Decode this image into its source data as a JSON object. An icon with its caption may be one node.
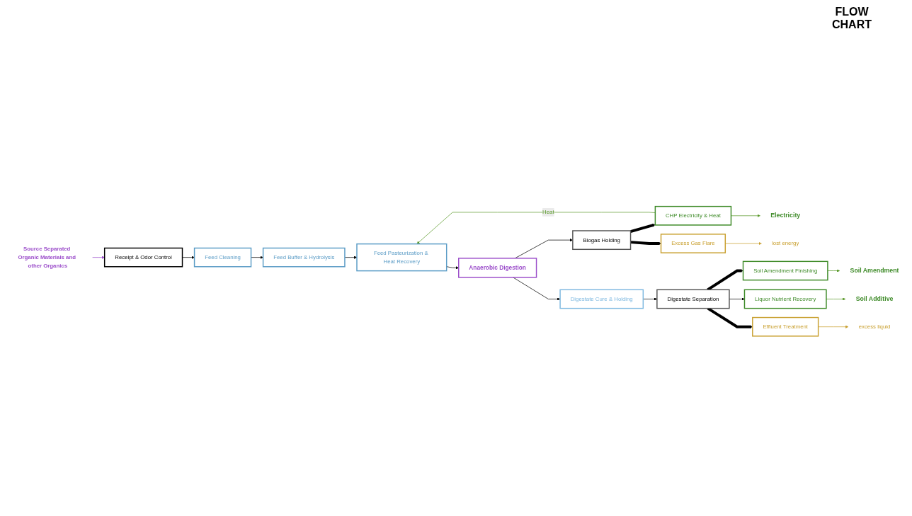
{
  "diagram": {
    "title": "FLOW CHART",
    "nodes": [
      {
        "text": [
          "Source Separated Organic Materials and other Organics"
        ]
      },
      {
        "text": [
          "Receipt & Odor Control"
        ]
      },
      {
        "text": [
          "Feed Cleaning"
        ]
      },
      {
        "text": [
          "Feed Buffer & Hydrolysis"
        ]
      },
      {
        "text": [
          "Feed Pasteurization & Heat Recovery"
        ]
      },
      {
        "text": [
          "Anaerobic Digestion"
        ]
      },
      {
        "text": [
          "Biogas Holding"
        ]
      },
      {
        "text": [
          "CHP Electricity & Heat"
        ]
      },
      {
        "text": [
          "Electricity"
        ]
      },
      {
        "text": [
          "Excess Gas Flare"
        ]
      },
      {
        "text": [
          "lost energy"
        ]
      },
      {
        "text": [
          "Digestate Cure & Holding"
        ]
      },
      {
        "text": [
          "Digestate Separation"
        ]
      },
      {
        "text": [
          "Soil Amendment Finishing"
        ]
      },
      {
        "text": [
          "Soil Amendment"
        ]
      },
      {
        "text": [
          "Liquor Nutrient Recovery"
        ]
      },
      {
        "text": [
          "Soil Additive"
        ]
      },
      {
        "text": [
          "Effluent Treatment"
        ]
      },
      {
        "text": [
          "excess liquid"
        ]
      }
    ],
    "edges": [
      {
        "from": 0,
        "to": 1,
        "arrow": "to",
        "color": "#9b4dca"
      },
      {
        "from": 1,
        "to": 2,
        "arrow": "to"
      },
      {
        "from": 2,
        "to": 3,
        "arrow": "to"
      },
      {
        "from": 3,
        "to": 4,
        "arrow": "to"
      },
      {
        "from": 4,
        "to": 5,
        "arrow": "to"
      },
      {
        "from": 5,
        "to": 6,
        "arrow": "to"
      },
      {
        "from": 5,
        "to": 11,
        "arrow": "to"
      },
      {
        "from": 6,
        "to": 7,
        "arrow": "to",
        "style": "thick"
      },
      {
        "from": 6,
        "to": 9,
        "arrow": "to",
        "style": "thick"
      },
      {
        "from": 7,
        "to": 8,
        "arrow": "to",
        "color": "#5a9a2a"
      },
      {
        "from": 7,
        "to": 4,
        "arrow": "to",
        "label": "Heat",
        "color": "#5a9a2a"
      },
      {
        "from": 9,
        "to": 10,
        "arrow": "to",
        "color": "#c9a030"
      },
      {
        "from": 11,
        "to": 12,
        "arrow": "to"
      },
      {
        "from": 12,
        "to": 13,
        "arrow": "to",
        "style": "thick"
      },
      {
        "from": 12,
        "to": 15,
        "arrow": "to"
      },
      {
        "from": 12,
        "to": 17,
        "arrow": "to",
        "style": "thick"
      },
      {
        "from": 13,
        "to": 14,
        "arrow": "to",
        "color": "#5a9a2a"
      },
      {
        "from": 15,
        "to": 16,
        "arrow": "to",
        "color": "#5a9a2a"
      },
      {
        "from": 17,
        "to": 18,
        "arrow": "to",
        "color": "#c9a030"
      }
    ]
  }
}
